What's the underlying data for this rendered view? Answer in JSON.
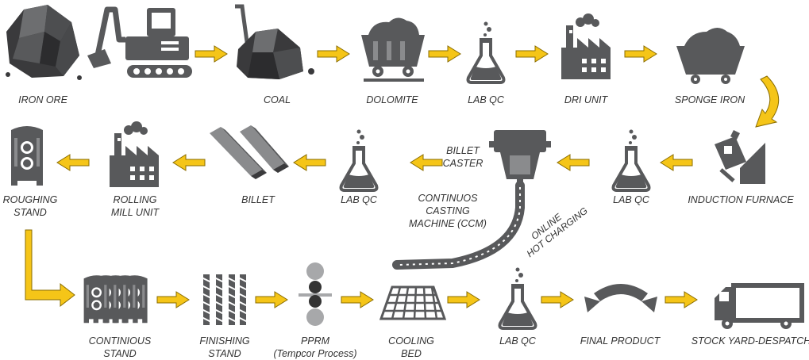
{
  "stages": {
    "iron_ore": "IRON ORE",
    "coal": "COAL",
    "dolomite": "DOLOMITE",
    "lab_qc_1": "LAB QC",
    "dri_unit": "DRI UNIT",
    "sponge_iron": "SPONGE IRON",
    "induction_furnace": "INDUCTION FURNACE",
    "lab_qc_2": "LAB QC",
    "billet_caster_l1": "BILLET",
    "billet_caster_l2": "CASTER",
    "ccm_l1": "CONTINUOS",
    "ccm_l2": "CASTING",
    "ccm_l3": "MACHINE (CCM)",
    "online_l1": "ONLINE",
    "online_l2": "HOT CHARGING",
    "lab_qc_3": "LAB QC",
    "billet": "BILLET",
    "rolling_l1": "ROLLING",
    "rolling_l2": "MILL UNIT",
    "roughing_l1": "ROUGHING",
    "roughing_l2": "STAND",
    "continious_l1": "CONTINIOUS",
    "continious_l2": "STAND",
    "finishing_l1": "FINISHING",
    "finishing_l2": "STAND",
    "pprm_l1": "PPRM",
    "pprm_l2": "(Tempcor Process)",
    "cooling_l1": "COOLING",
    "cooling_l2": "BED",
    "lab_qc_4": "LAB QC",
    "final_product": "FINAL PRODUCT",
    "stock_yard": "STOCK YARD-DESPATCH"
  },
  "colors": {
    "arrow": "#f5c518",
    "arrow_stroke": "#8a6d00",
    "icon": "#58595b",
    "icon_light": "#8a8b8d"
  }
}
